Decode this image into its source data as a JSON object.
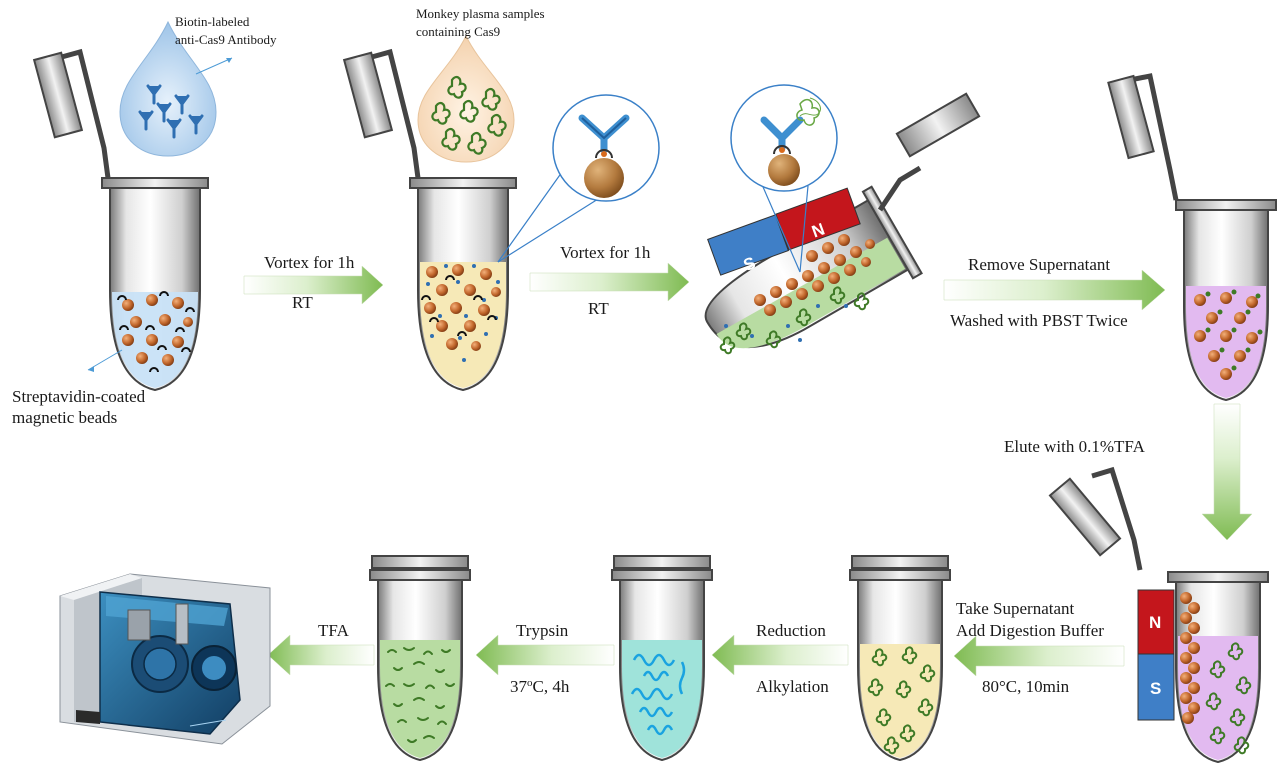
{
  "labels": {
    "antibody": [
      "Biotin-labeled",
      "anti-Cas9  Antibody"
    ],
    "plasma": [
      "Monkey plasma samples",
      "containing  Cas9"
    ],
    "beads": [
      "Streptavidin-coated",
      "magnetic beads"
    ]
  },
  "steps": {
    "s1": {
      "top": "Vortex for 1h",
      "bottom": "RT"
    },
    "s2": {
      "top": "Vortex for 1h",
      "bottom": "RT"
    },
    "s3": {
      "top": "Remove Supernatant",
      "bottom": "Washed with PBST Twice"
    },
    "s4": {
      "label": "Elute with 0.1%TFA"
    },
    "s5": {
      "top1": "Take Supernatant",
      "top2": "Add Digestion Buffer",
      "bottom": "80°C, 10min"
    },
    "s6": {
      "top": "Reduction",
      "bottom": "Alkylation"
    },
    "s7": {
      "top": "Trypsin",
      "bottom_main": "37",
      "bottom_sup": "o",
      "bottom_rest": "C, 4h"
    },
    "s8": {
      "label": "TFA"
    }
  },
  "magnet": {
    "north": "N",
    "south": "S"
  },
  "colors": {
    "magnet_north": "#c4161c",
    "magnet_south": "#3f7fc7",
    "bead": "#b8642a",
    "arrow": "#8cc060",
    "tube_blue": "#c8e1f7",
    "tube_yellow": "#f6e9b7",
    "tube_green": "#b8dca2",
    "tube_violet": "#e2baf0",
    "tube_teal": "#9fe3da",
    "protein": "#3e7a26"
  }
}
